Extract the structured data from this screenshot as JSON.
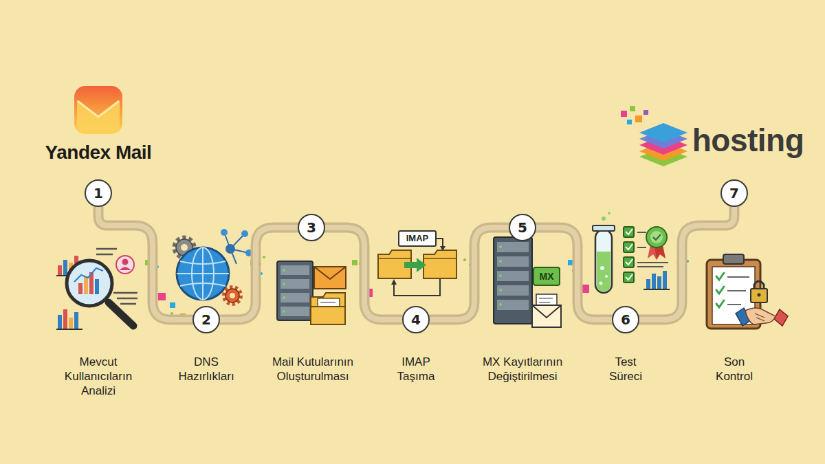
{
  "diagram": {
    "nodes": [
      {
        "text": [
          "1"
        ]
      },
      {
        "text": [
          "2"
        ]
      },
      {
        "text": [
          "3"
        ]
      },
      {
        "text": [
          "4"
        ]
      },
      {
        "text": [
          "5"
        ]
      },
      {
        "text": [
          "6"
        ]
      },
      {
        "text": [
          "7"
        ]
      }
    ],
    "edges": [
      {
        "from": 0,
        "to": 1,
        "arrow": "none"
      },
      {
        "from": 1,
        "to": 2,
        "arrow": "none"
      },
      {
        "from": 2,
        "to": 3,
        "arrow": "none"
      },
      {
        "from": 3,
        "to": 4,
        "arrow": "none"
      },
      {
        "from": 4,
        "to": 5,
        "arrow": "none"
      },
      {
        "from": 5,
        "to": 6,
        "arrow": "none"
      }
    ],
    "labels": [
      "Yandex Mail",
      "hosting",
      "Mevcut Kullanıcıların Analizi",
      "DNS Hazırlıkları",
      "Mail Kutularının Oluşturulması",
      "IMAP",
      "IMAP Taşıma",
      "MX",
      "MX Kayıtlarının Değiştirilmesi",
      "Test Süreci",
      "Son Kontrol"
    ]
  }
}
